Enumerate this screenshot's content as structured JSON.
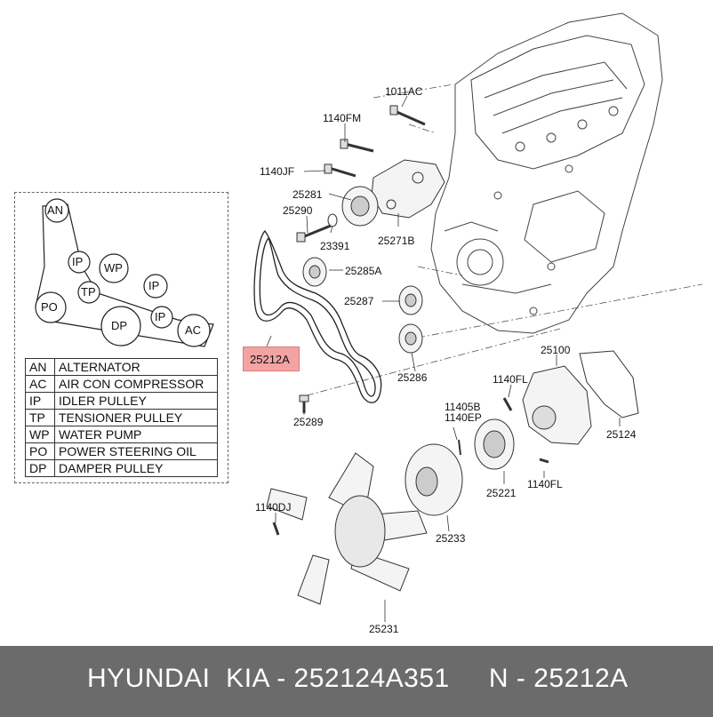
{
  "belt_routing": {
    "pulleys": {
      "an": "AN",
      "ip1": "IP",
      "wp": "WP",
      "ip2": "IP",
      "tp": "TP",
      "po": "PO",
      "dp": "DP",
      "ip3": "IP",
      "ac": "AC"
    }
  },
  "legend": [
    {
      "code": "AN",
      "name": "ALTERNATOR"
    },
    {
      "code": "AC",
      "name": "AIR CON COMPRESSOR"
    },
    {
      "code": "IP",
      "name": "IDLER PULLEY"
    },
    {
      "code": "TP",
      "name": "TENSIONER PULLEY"
    },
    {
      "code": "WP",
      "name": "WATER PUMP"
    },
    {
      "code": "PO",
      "name": "POWER STEERING OIL"
    },
    {
      "code": "DP",
      "name": "DAMPER PULLEY"
    }
  ],
  "parts": {
    "p1011AC": "1011AC",
    "p1140FM": "1140FM",
    "p1140JF": "1140JF",
    "p25281": "25281",
    "p25290": "25290",
    "p23391": "23391",
    "p25271B": "25271B",
    "p25285A": "25285A",
    "p25287": "25287",
    "p25286": "25286",
    "p25212A": "25212A",
    "p25289": "25289",
    "p25100": "25100",
    "p1140FL_a": "1140FL",
    "p11405B": "11405B",
    "p1140EP": "1140EP",
    "p25124": "25124",
    "p25221": "25221",
    "p1140FL_b": "1140FL",
    "p1140DJ": "1140DJ",
    "p25233": "25233",
    "p25231": "25231"
  },
  "footer": {
    "text": "HYUNDAI  KIA - 252124A351     N - 25212A"
  }
}
